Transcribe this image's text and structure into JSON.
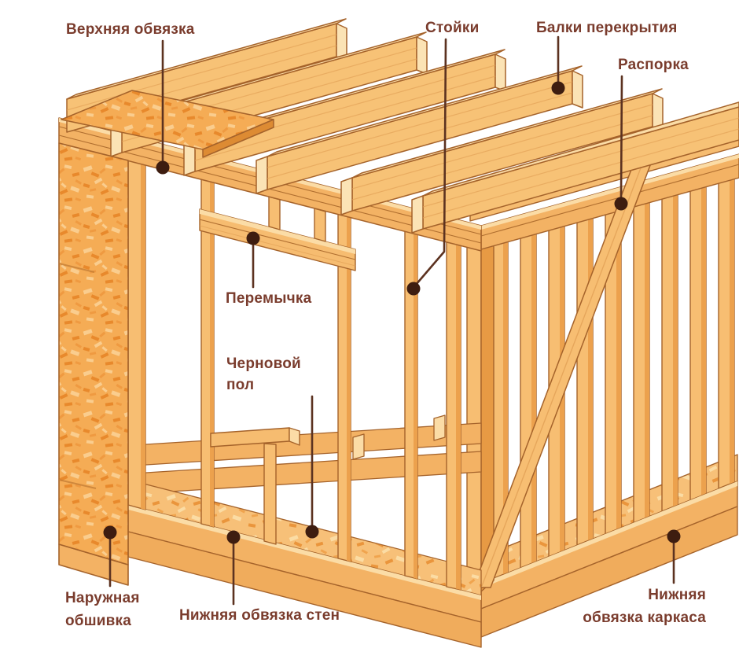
{
  "diagram": {
    "description": "Схема деревянного каркаса стены (timber frame wall construction diagram)",
    "labels": [
      {
        "id": "top-plate",
        "text": "Верхняя обвязка"
      },
      {
        "id": "studs",
        "text": "Стойки"
      },
      {
        "id": "floor-beams",
        "text": "Балки перекрытия"
      },
      {
        "id": "brace",
        "text": "Распорка"
      },
      {
        "id": "header",
        "text": "Перемычка"
      },
      {
        "id": "subfloor",
        "text": "Черновой\nпол"
      },
      {
        "id": "exterior-sheathing",
        "text": "Наружная\nобшивка"
      },
      {
        "id": "bottom-plate-walls",
        "text": "Нижняя обвязка стен"
      },
      {
        "id": "bottom-plate-frame",
        "text": "Нижняя\nобвязка каркаса"
      }
    ],
    "colors": {
      "wood_face": "#F7BE72",
      "wood_light": "#FBDCA6",
      "wood_mid": "#F3B264",
      "wood_side": "#ECA14D",
      "wood_edge": "#DD8B33",
      "outline": "#A5632B",
      "osb_base": "#F5AC55",
      "osb_subfloor": "#F7C078",
      "label_text": "#7A3C2D",
      "leader_line": "#5C3220",
      "leader_dot": "#3E1D10",
      "background": "#FFFFFF"
    }
  }
}
